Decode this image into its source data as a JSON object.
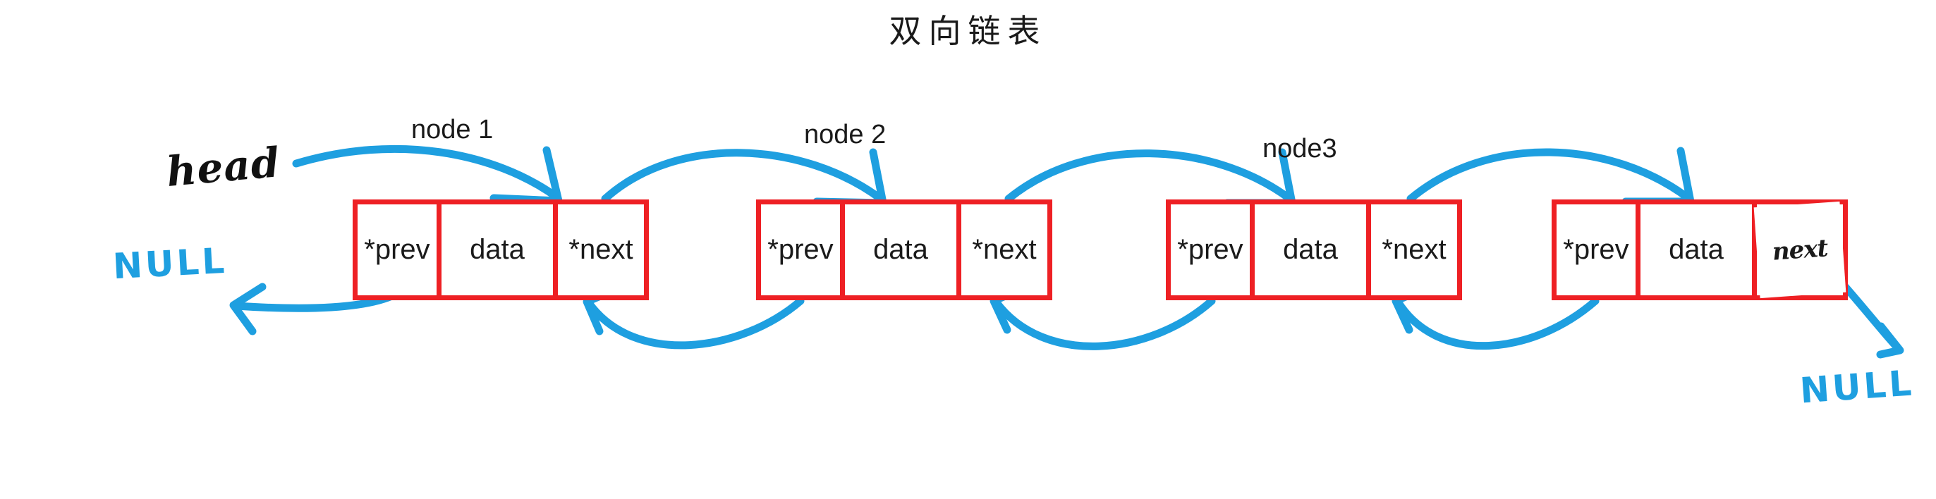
{
  "page": {
    "title": "双向链表",
    "background_color": "#ffffff",
    "box_color": "#ed1c24",
    "ink_color": "#1e9fe0",
    "pen_color": "#111111"
  },
  "annotations": {
    "head_label": "head",
    "null_left": "NULL",
    "null_right": "NULL"
  },
  "nodes": [
    {
      "label": "node 1",
      "cells": {
        "prev": "*prev",
        "data": "data",
        "next": "*next"
      },
      "next_handwritten": false
    },
    {
      "label": "node 2",
      "cells": {
        "prev": "*prev",
        "data": "data",
        "next": "*next"
      },
      "next_handwritten": false
    },
    {
      "label": "node3",
      "cells": {
        "prev": "*prev",
        "data": "data",
        "next": "*next"
      },
      "next_handwritten": false
    },
    {
      "label": "",
      "cells": {
        "prev": "*prev",
        "data": "data",
        "next": "next"
      },
      "next_handwritten": true
    }
  ]
}
